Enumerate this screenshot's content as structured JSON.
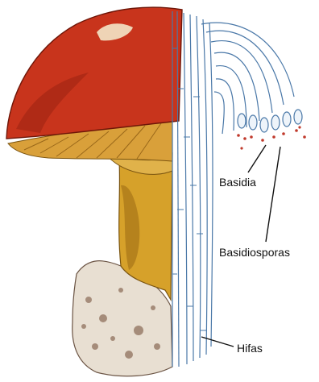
{
  "labels": {
    "basidia": "Basidia",
    "basidiosporas": "Basidiosporas",
    "hifas": "Hifas"
  },
  "colors": {
    "cap": "#c8341c",
    "cap_dark": "#9e2412",
    "gills": "#d9a03a",
    "stem": "#d6a12a",
    "stem_shadow": "#9a6a12",
    "volva": "#e8dfd2",
    "volva_shade": "#8a6a55",
    "hyphae": "#4a78a8",
    "hyphae_fill": "#eef4fa",
    "spores": "#c0392b",
    "leader": "#111111"
  }
}
